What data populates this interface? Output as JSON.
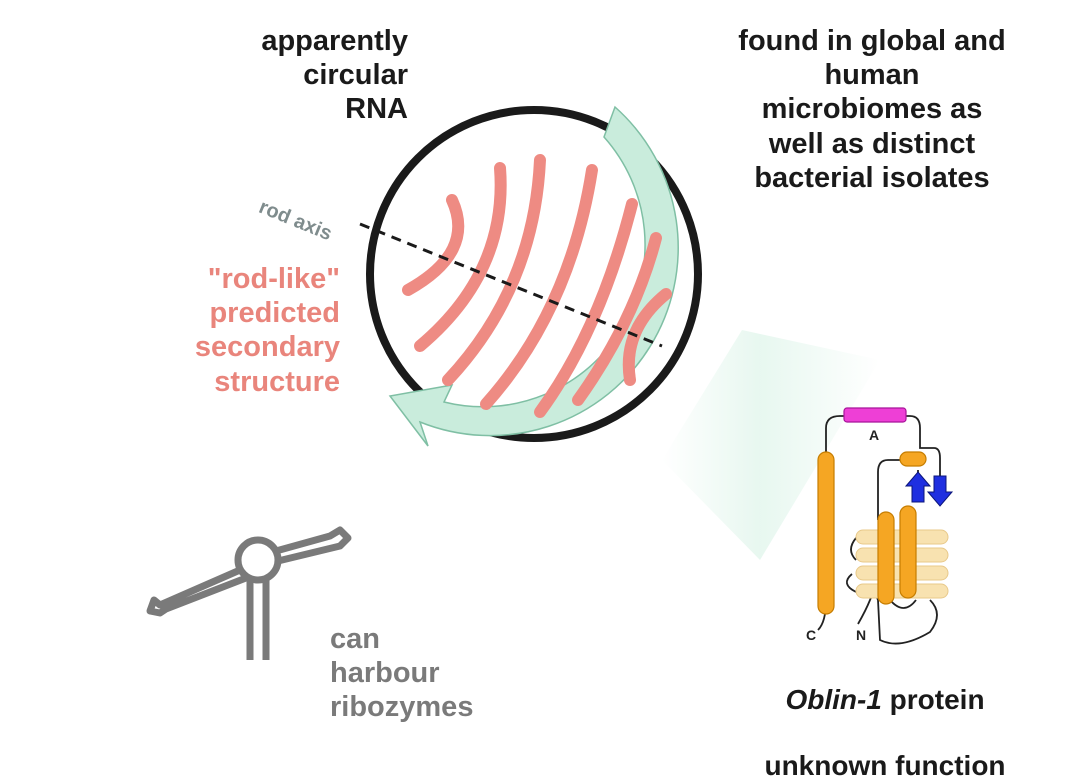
{
  "labels": {
    "circular": "apparently\ncircular\nRNA",
    "microbiome": "found in global and\nhuman\nmicrobiomes as\nwell as distinct\nbacterial isolates",
    "rod_axis": "rod axis",
    "rod_like": "\"rod-like\"\npredicted\nsecondary\nstructure",
    "ribozymes": "can\nharbour\nribozymes",
    "oblin_name": "Oblin-1",
    "oblin_rest": " protein",
    "oblin_line2": "unknown function"
  },
  "protein_labels": {
    "helix_a": "A",
    "c_term": "C",
    "n_term": "N"
  },
  "colors": {
    "circle": "#1a1a1a",
    "arrow": "#c9ecdc",
    "rna_strands": "#ee8b83",
    "ribozyme": "#7a7a7a",
    "helix_orange": "#f5a623",
    "helix_magenta": "#ee3fd6",
    "strand_blue": "#1f2fe0",
    "pale_helix": "#f8e2b0",
    "rod_axis": "#7f8c8d"
  },
  "icons": {
    "rna": "circular-rna-icon",
    "ribozyme": "ribozyme-icon",
    "protein": "protein-topology-icon"
  }
}
